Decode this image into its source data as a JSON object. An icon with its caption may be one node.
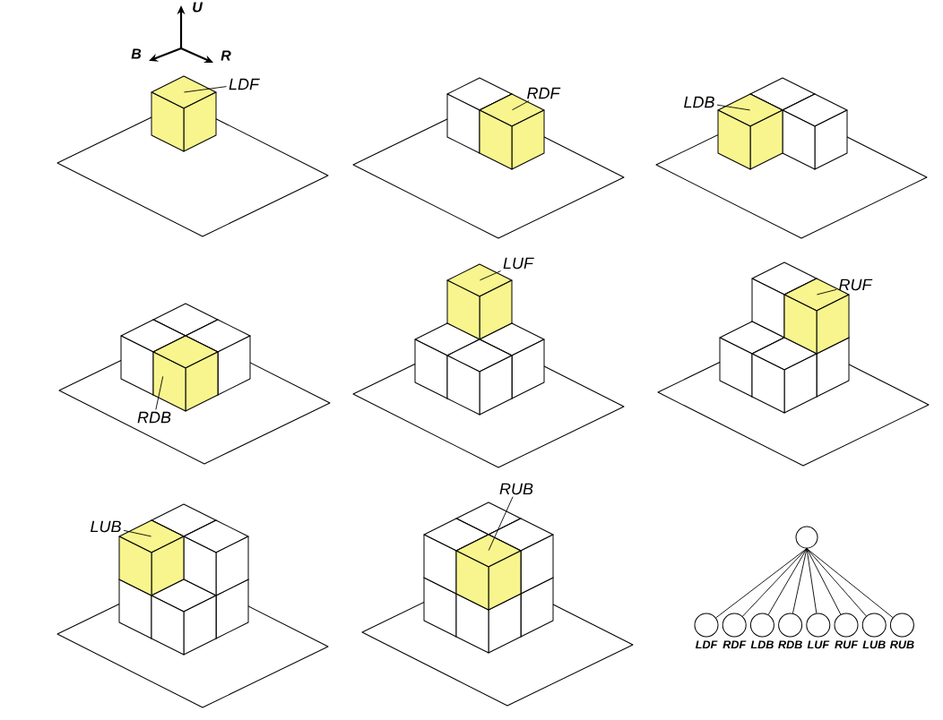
{
  "diagram": {
    "nodes": [
      {
        "text": [
          "LDF"
        ]
      },
      {
        "text": [],
        "shape": "cube"
      },
      {
        "text": [
          "RDF"
        ]
      },
      {
        "text": [],
        "shape": "cube"
      },
      {
        "text": [
          "LDB"
        ]
      },
      {
        "text": [],
        "shape": "cube"
      },
      {
        "text": [
          "RDB"
        ]
      },
      {
        "text": [],
        "shape": "cube"
      },
      {
        "text": [
          "LUF"
        ]
      },
      {
        "text": [],
        "shape": "cube"
      },
      {
        "text": [
          "RUF"
        ]
      },
      {
        "text": [],
        "shape": "cube"
      },
      {
        "text": [
          "LUB"
        ]
      },
      {
        "text": [],
        "shape": "cube"
      },
      {
        "text": [
          "RUB"
        ]
      },
      {
        "text": [],
        "shape": "cube"
      },
      {
        "text": [],
        "shape": "circle"
      },
      {
        "text": [],
        "shape": "circle",
        "beside": [
          "LDF"
        ]
      },
      {
        "text": [],
        "shape": "circle",
        "beside": [
          "RDF"
        ]
      },
      {
        "text": [],
        "shape": "circle",
        "beside": [
          "LDB"
        ]
      },
      {
        "text": [],
        "shape": "circle",
        "beside": [
          "RDB"
        ]
      },
      {
        "text": [],
        "shape": "circle",
        "beside": [
          "LUF"
        ]
      },
      {
        "text": [],
        "shape": "circle",
        "beside": [
          "RUF"
        ]
      },
      {
        "text": [],
        "shape": "circle",
        "beside": [
          "LUB"
        ]
      },
      {
        "text": [],
        "shape": "circle",
        "beside": [
          "RUB"
        ]
      }
    ],
    "edges": [
      {
        "from": 0,
        "to": 1,
        "arrow": "none"
      },
      {
        "from": 2,
        "to": 3,
        "arrow": "none"
      },
      {
        "from": 4,
        "to": 5,
        "arrow": "none"
      },
      {
        "from": 6,
        "to": 7,
        "arrow": "none"
      },
      {
        "from": 8,
        "to": 9,
        "arrow": "none"
      },
      {
        "from": 10,
        "to": 11,
        "arrow": "none"
      },
      {
        "from": 12,
        "to": 13,
        "arrow": "none"
      },
      {
        "from": 14,
        "to": 15,
        "arrow": "none"
      },
      {
        "from": 16,
        "to": 17,
        "arrow": "none"
      },
      {
        "from": 16,
        "to": 18,
        "arrow": "none"
      },
      {
        "from": 16,
        "to": 19,
        "arrow": "none"
      },
      {
        "from": 16,
        "to": 20,
        "arrow": "none"
      },
      {
        "from": 16,
        "to": 21,
        "arrow": "none"
      },
      {
        "from": 16,
        "to": 22,
        "arrow": "none"
      },
      {
        "from": 16,
        "to": 23,
        "arrow": "none"
      },
      {
        "from": 16,
        "to": 24,
        "arrow": "none"
      }
    ],
    "labels": [
      "U",
      "B",
      "R"
    ]
  }
}
